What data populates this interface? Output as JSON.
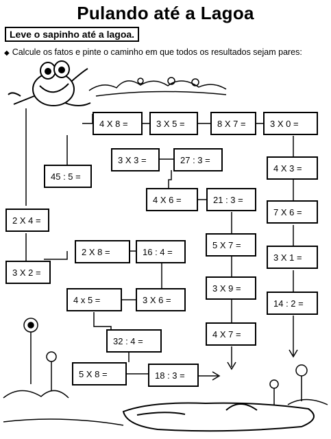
{
  "title": "Pulando até a Lagoa",
  "subtitle": "Leve o sapinho até a lagoa.",
  "instruction": "Calcule os fatos e pinte o caminho em que todos os resultados sejam pares:",
  "boxes": {
    "b4x8": "4 X 8 =",
    "b3x5": "3 X 5 =",
    "b8x7": "8 X 7 =",
    "b3x0": "3 X 0 =",
    "b3x3": "3 X 3 =",
    "b27d3": "27 : 3 =",
    "b45d5": "45 : 5 =",
    "b4x3": "4 X 3 =",
    "b4x6": "4 X 6 =",
    "b21d3": "21 : 3 =",
    "b2x4": "2 X 4 =",
    "b7x6": "7 X 6 =",
    "b2x8": "2 X 8 =",
    "b16d4": "16 : 4 =",
    "b5x7": "5 X 7 =",
    "b3x2": "3 X 2 =",
    "b3x1": "3 X 1 =",
    "b4x5": "4 x 5 =",
    "b3x6": "3 X 6 =",
    "b3x9": "3 X 9 =",
    "b14d2": "14 : 2 =",
    "b32d4": "32 : 4 =",
    "b4x7": "4 X 7 =",
    "b5x8": "5 X 8 =",
    "b18d3": "18 : 3 ="
  }
}
